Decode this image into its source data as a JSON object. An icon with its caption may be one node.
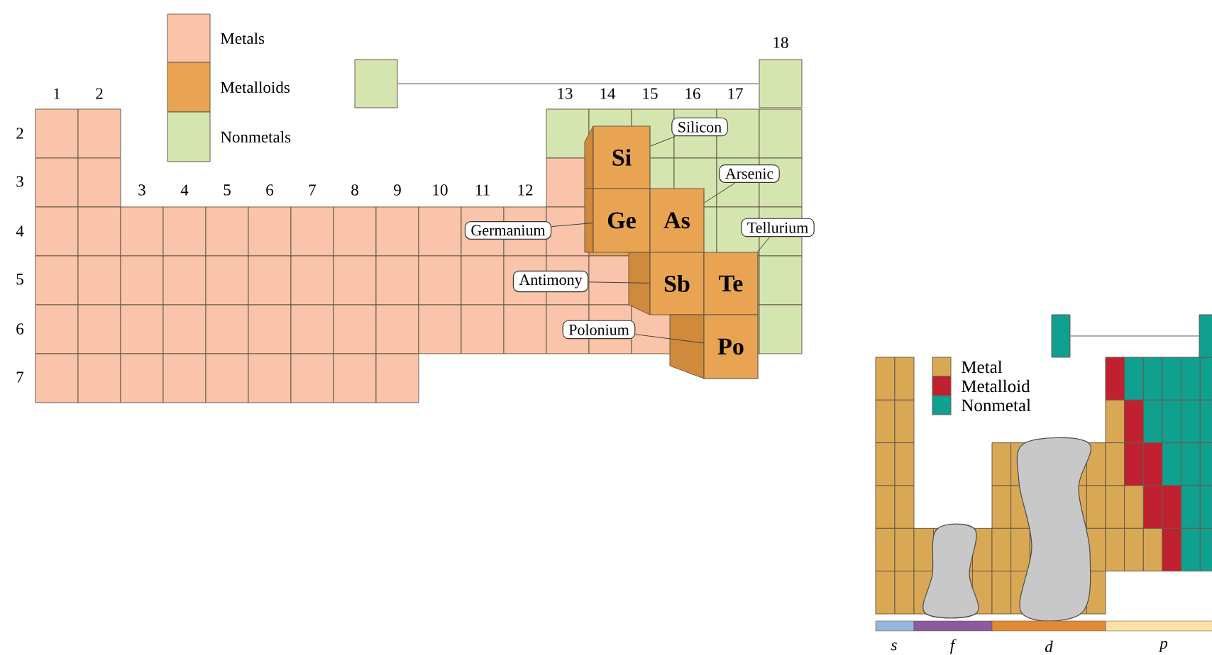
{
  "diagram": {
    "nodes": [
      {
        "text": [
          "Si"
        ]
      },
      {
        "text": [
          "Ge"
        ]
      },
      {
        "text": [
          "As"
        ]
      },
      {
        "text": [
          "Sb"
        ]
      },
      {
        "text": [
          "Te"
        ]
      },
      {
        "text": [
          "Po"
        ]
      },
      {
        "text": [
          "Silicon"
        ]
      },
      {
        "text": [
          "Germanium"
        ]
      },
      {
        "text": [
          "Arsenic"
        ]
      },
      {
        "text": [
          "Antimony"
        ]
      },
      {
        "text": [
          "Tellurium"
        ]
      },
      {
        "text": [
          "Polonium"
        ]
      },
      {
        "text": [],
        "shape": "box"
      },
      {
        "text": [],
        "shape": "box"
      },
      {
        "text": [],
        "shape": "box"
      },
      {
        "text": [],
        "shape": "box"
      }
    ],
    "edges": [
      {
        "from": 6,
        "to": 0,
        "arrow": "none"
      },
      {
        "from": 7,
        "to": 1,
        "arrow": "none"
      },
      {
        "from": 8,
        "to": 2,
        "arrow": "none"
      },
      {
        "from": 9,
        "to": 3,
        "arrow": "none"
      },
      {
        "from": 10,
        "to": 4,
        "arrow": "none"
      },
      {
        "from": 11,
        "to": 5,
        "arrow": "none"
      },
      {
        "from": 12,
        "to": 13,
        "arrow": "none"
      },
      {
        "from": 14,
        "to": 15,
        "arrow": "none"
      }
    ],
    "labels": [
      "18",
      "1",
      "2",
      "13",
      "14",
      "15",
      "16",
      "17",
      "2",
      "3",
      "3",
      "4",
      "5",
      "6",
      "7",
      "8",
      "9",
      "10",
      "11",
      "12",
      "4",
      "5",
      "6",
      "7",
      "s",
      "f",
      "d",
      "p"
    ],
    "legend": [
      {
        "text": "Metals",
        "color": "#f9c4aa"
      },
      {
        "text": "Metalloids",
        "color": "#e8a452"
      },
      {
        "text": "Nonmetals",
        "color": "#d4e5b0"
      },
      {
        "text": "Metal",
        "color": "#d9a855"
      },
      {
        "text": "Metalloid",
        "color": "#c0202f"
      },
      {
        "text": "Nonmetal",
        "color": "#10a08f"
      }
    ]
  }
}
